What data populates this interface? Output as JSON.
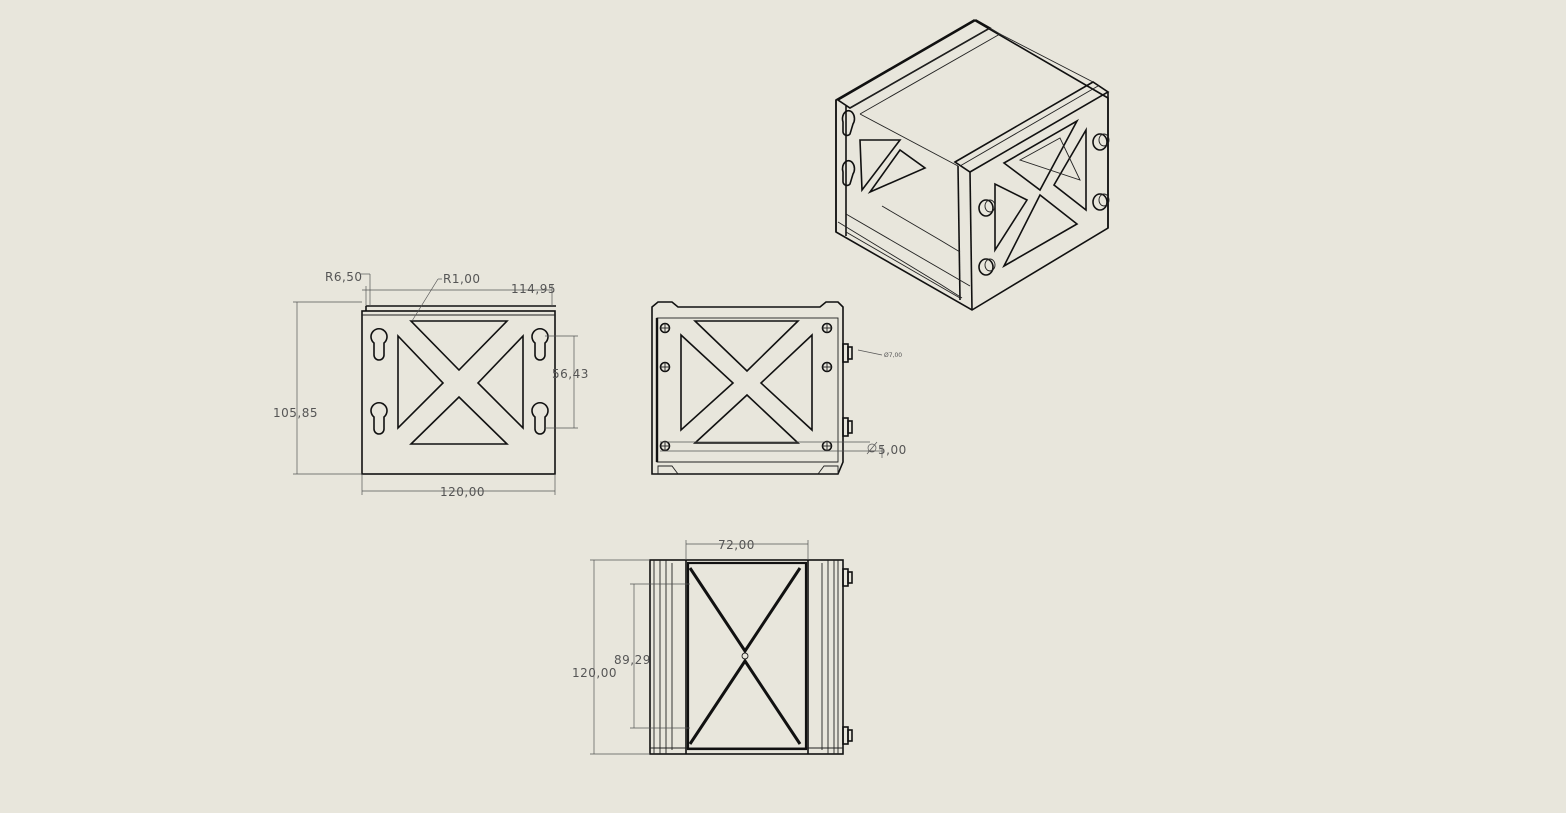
{
  "drawing": {
    "views": [
      "front-view",
      "side-view",
      "top-view",
      "isometric-view"
    ],
    "dimensions": {
      "front_radius_large": "R6,50",
      "front_radius_small": "R1,00",
      "front_width_top": "114,95",
      "front_height": "105,85",
      "front_hole_spacing": "56,43",
      "front_width": "120,00",
      "side_small_hole": "Ø7,00",
      "side_hole_diameter": "5,00",
      "top_inner_width": "72,00",
      "top_inner_height": "89,29",
      "top_depth": "120,00"
    }
  }
}
